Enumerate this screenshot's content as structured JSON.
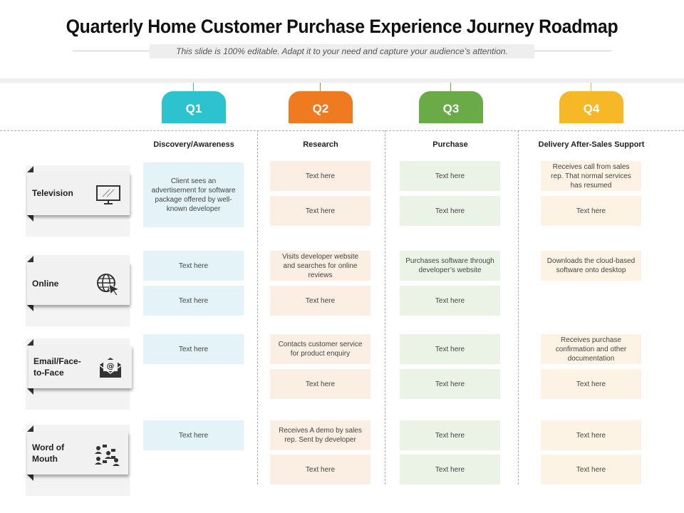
{
  "title": "Quarterly Home Customer Purchase Experience Journey Roadmap",
  "subtitle": "This slide is 100% editable. Adapt it to your need and capture your audience’s attention.",
  "colors": {
    "q1": "#2cc3cf",
    "q2": "#f07a1f",
    "q3": "#6aaa47",
    "q4": "#f6b827"
  },
  "quarters": [
    {
      "label": "Q1",
      "heading": "Discovery/Awareness"
    },
    {
      "label": "Q2",
      "heading": "Research"
    },
    {
      "label": "Q3",
      "heading": "Purchase"
    },
    {
      "label": "Q4",
      "heading": "Delivery After-Sales Support"
    }
  ],
  "rows": [
    {
      "label": "Television",
      "icon": "monitor-icon"
    },
    {
      "label": "Online",
      "icon": "globe-cursor-icon"
    },
    {
      "label": "Email/Face-\nto-Face",
      "icon": "email-envelope-icon"
    },
    {
      "label": "Word of\nMouth",
      "icon": "people-network-icon"
    }
  ],
  "cells": {
    "television": {
      "q1": [
        "Client sees an advertisement for software package offered by well-known developer"
      ],
      "q2": [
        "Text here",
        "Text here"
      ],
      "q3": [
        "Text here",
        "Text here"
      ],
      "q4": [
        "Receives call from sales rep. That normal services has resumed",
        "Text here"
      ]
    },
    "online": {
      "q1": [
        "Text here",
        "Text here"
      ],
      "q2": [
        "Visits developer website and searches for online reviews",
        "Text here"
      ],
      "q3": [
        "Purchases software through developer’s website",
        "Text here"
      ],
      "q4": [
        "Downloads the cloud-based software onto desktop"
      ]
    },
    "email": {
      "q1": [
        "Text here"
      ],
      "q2": [
        "Contacts customer service for product enquiry",
        "Text here"
      ],
      "q3": [
        "Text here",
        "Text here"
      ],
      "q4": [
        "Receives purchase confirmation and other documentation",
        "Text here"
      ]
    },
    "word_of_mouth": {
      "q1": [
        "Text here"
      ],
      "q2": [
        "Receives A demo by sales rep. Sent by developer",
        "Text here"
      ],
      "q3": [
        "Text here",
        "Text here"
      ],
      "q4": [
        "Text here",
        "Text here"
      ]
    }
  }
}
